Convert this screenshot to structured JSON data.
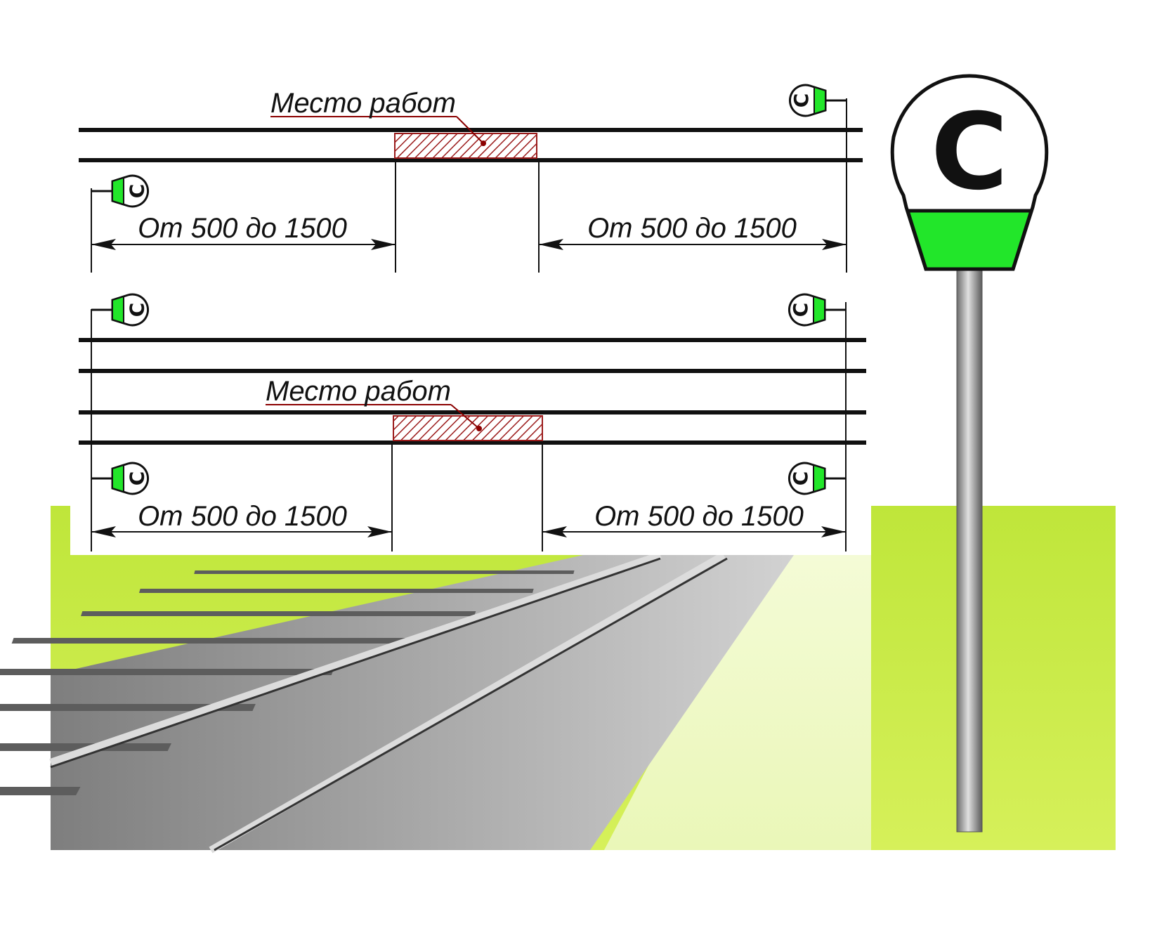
{
  "diagram": {
    "top": {
      "work_label": "Место работ",
      "dim_left": "От 500 до 1500",
      "dim_right": "От 500 до 1500"
    },
    "bottom": {
      "work_label": "Место работ",
      "dim_left": "От 500 до 1500",
      "dim_right": "От 500 до 1500"
    },
    "sign_letter": "С",
    "colors": {
      "signal_green": "#22e62a",
      "work_hatch": "#9b1b1b",
      "grass": "#c6ec3d",
      "ballast": "#9d9d9d",
      "rail": "#111111"
    },
    "icons": [
      "whistle-sign-icon",
      "hatched-work-zone",
      "dimension-arrow"
    ]
  }
}
